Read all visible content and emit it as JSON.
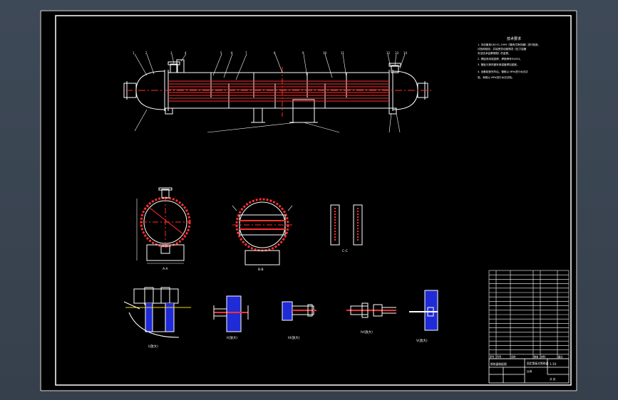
{
  "window": {
    "background": "#3b4654",
    "sheet_background": "#000000"
  },
  "colors": {
    "frame": "#ffffff",
    "outline": "#ffffff",
    "tube": "#ff3030",
    "centerline": "#ff2a2a",
    "dim": "#ffffff",
    "fill_blue": "#1f2bd6",
    "accent_yellow": "#ffd000"
  },
  "technical_requirements": {
    "title": "技术要求",
    "lines": [
      "1. 本设备按GB151-1999《管壳式换热器》进行制造、",
      "   试验和验收，并接受劳动部颁发《压力容器",
      "   安全技术监察规程》的监督。",
      "2. 焊接采用电弧焊，焊条牌号E4303。",
      "3. 管板与换热管采用强度焊加贴胀。",
      "4. 设备制造完毕后，管程以  MPa进行水压试",
      "   验，壳程以  MPa进行水压试验。"
    ]
  },
  "view_labels": {
    "section_aa": "A-A",
    "section_bb": "B-B",
    "section_cc": "C-C",
    "detail_1": "I(放大)",
    "detail_2": "II(放大)",
    "detail_3": "III(放大)",
    "detail_4": "IV(放大)",
    "detail_5": "V(放大)"
  },
  "title_block": {
    "drawing_title": "换热器装配图",
    "scale_label": "比例",
    "scale_value": "1:10",
    "sheet_label": "共 张",
    "name": "固定管板式换热器"
  },
  "parts_list": {
    "rows": 20,
    "columns": [
      "序号",
      "代号",
      "名称",
      "数量",
      "材料",
      "备注"
    ]
  }
}
